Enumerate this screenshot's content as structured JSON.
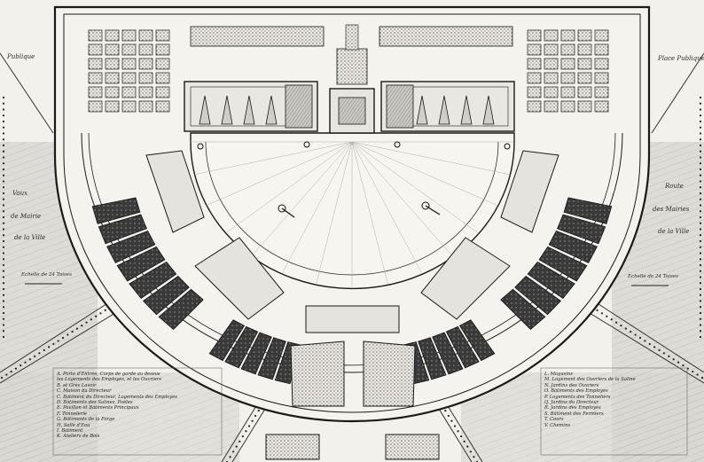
{
  "image_kind": "architectural ground plan engraving",
  "colors": {
    "paper": "#f2f1ec",
    "ink": "#1a1a1a",
    "hatch_dark": "#2b2b2b",
    "field_gray": "#8d8d8a"
  },
  "labels": {
    "place_publique_left": "Publique",
    "place_publique_right": "Place Publique",
    "left_side_1": "Vaux",
    "left_side_2": "de Mairie",
    "left_side_3": "de la Ville",
    "right_side_1": "Route",
    "right_side_2": "des Mairies",
    "right_side_3": "de la Ville",
    "scale_left": "Echelle de 24 Toises",
    "scale_right": "Echelle de 24 Toises"
  },
  "legend_left": [
    "A. Porte d'Entrée, Corps de garde au dessus",
    "les Logements des Employés, et les Ouvriers",
    "B. et Grés Lavoir",
    "C. Maison du Directeur",
    "C. Bâtiment du Directeur, Logements des Employés",
    "D. Bâtiments des Salines, Poêles",
    "E. Pavillon et Bâtiments Principaux",
    "F. Tonnelerie",
    "G. Bâtiments de la Forge",
    "H. Salle d'Eau",
    "I. Bâtiment",
    "K. Ateliers de Bois"
  ],
  "legend_right": [
    "L. Magasins",
    "M. Logement des Ouvriers de la Saline",
    "N. Jardins des Ouvriers",
    "O. Bâtiments des Employés",
    "P. Logements des Tonneliers",
    "Q. Jardins du Directeur",
    "R. Jardins des Employés",
    "S. Bâtiment des Fermiers",
    "T. Cours",
    "V. Chemins"
  ]
}
